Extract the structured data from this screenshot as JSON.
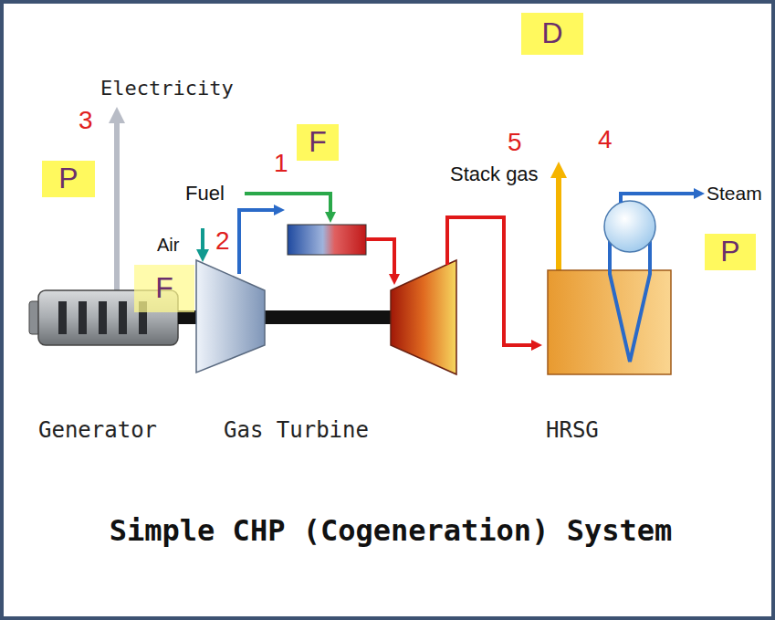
{
  "diagram": {
    "caption": "Simple CHP (Cogeneration) System",
    "nodes": [
      {
        "text": [
          "D"
        ]
      },
      {
        "text": [
          "F"
        ]
      },
      {
        "text": [
          "P"
        ]
      },
      {
        "text": [
          "P"
        ]
      },
      {
        "text": [
          "F"
        ]
      }
    ],
    "labels": [
      "Electricity",
      "3",
      "Fuel",
      "1",
      "Air",
      "2",
      "Stack gas",
      "5",
      "4",
      "Steam",
      "Generator",
      "Gas Turbine",
      "HRSG"
    ]
  }
}
